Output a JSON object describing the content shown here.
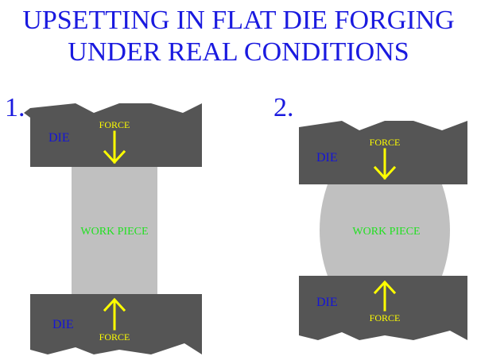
{
  "title": {
    "line1": "UPSETTING IN FLAT DIE FORGING",
    "line2": "UNDER REAL CONDITIONS"
  },
  "colors": {
    "die": "#555555",
    "workpiece": "#c0c0c0",
    "force": "#ffff00",
    "die_label": "#1515d6",
    "workpiece_label": "#22e022",
    "title": "#1a1adf"
  },
  "panels": [
    {
      "number": "1.",
      "top_die": {
        "label": "DIE",
        "force_label": "FORCE"
      },
      "workpiece": {
        "label": "WORK PIECE"
      },
      "bottom_die": {
        "label": "DIE",
        "force_label": "FORCE"
      }
    },
    {
      "number": "2.",
      "top_die": {
        "label": "DIE",
        "force_label": "FORCE"
      },
      "workpiece": {
        "label": "WORK PIECE"
      },
      "bottom_die": {
        "label": "DIE",
        "force_label": "FORCE"
      }
    }
  ]
}
